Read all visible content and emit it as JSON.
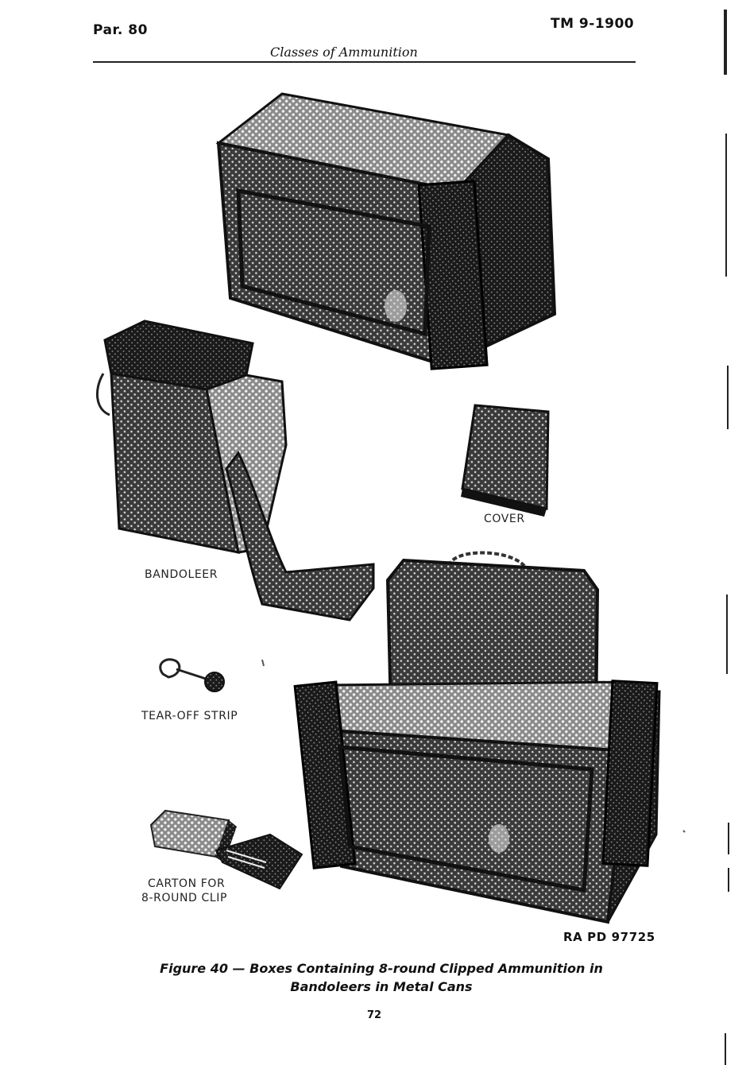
{
  "header": {
    "paragraph": "Par. 80",
    "manual": "TM 9-1900",
    "section_title": "Classes of Ammunition"
  },
  "figure": {
    "labels": {
      "bandoleer": "BANDOLEER",
      "cover": "COVER",
      "tear_off_strip": "TEAR-OFF STRIP",
      "carton_line1": "CARTON FOR",
      "carton_line2": "8-ROUND CLIP"
    },
    "reference": "RA PD 97725",
    "caption_line1": "Figure 40 — Boxes Containing 8-round Clipped Ammunition in",
    "caption_line2": "Bandoleers in Metal Cans"
  },
  "page_number": "72"
}
